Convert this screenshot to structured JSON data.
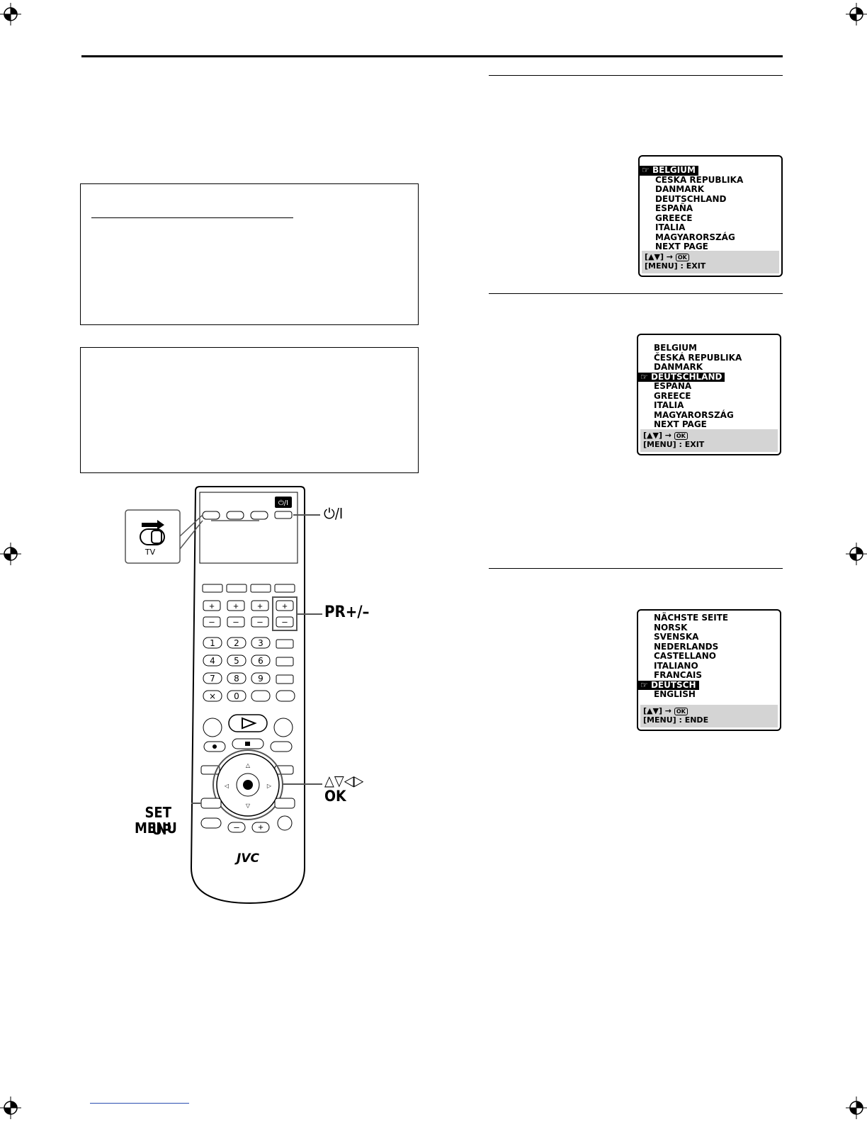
{
  "osd_screens": [
    {
      "items": [
        "BELGIUM",
        "ČESKÁ REPUBLIKA",
        "DANMARK",
        "DEUTSCHLAND",
        "ESPAÑA",
        "GREECE",
        "ITALIA",
        "MAGYARORSZÁG",
        "NEXT PAGE"
      ],
      "selected_index": 0,
      "footer_nav": "[▲▼] →",
      "footer_ok": "OK",
      "footer_menu": "[MENU] : EXIT"
    },
    {
      "items": [
        "BELGIUM",
        "ČESKÁ REPUBLIKA",
        "DANMARK",
        "DEUTSCHLAND",
        "ESPAÑA",
        "GREECE",
        "ITALIA",
        "MAGYARORSZÁG",
        "NEXT PAGE"
      ],
      "selected_index": 3,
      "footer_nav": "[▲▼] →",
      "footer_ok": "OK",
      "footer_menu": "[MENU] : EXIT"
    },
    {
      "items": [
        "NÄCHSTE SEITE",
        "NORSK",
        "SVENSKA",
        "NEDERLANDS",
        "CASTELLANO",
        "ITALIANO",
        "FRANCAIS",
        "DEUTSCH",
        "ENGLISH"
      ],
      "selected_index": 7,
      "footer_nav": "[▲▼] →",
      "footer_ok": "OK",
      "footer_menu": "[MENU] : ENDE"
    }
  ],
  "remote": {
    "power_symbol": "⏻/I",
    "power_callout": "⏻/I",
    "switch_label": "TV",
    "pr_callout": "PR+/–",
    "nav_callout_arrows": "△▽◁▷",
    "nav_callout_ok": "OK",
    "setup_callout_line1": "SET UP",
    "setup_callout_line2": "MENU",
    "brand": "JVC",
    "numbers": [
      "1",
      "2",
      "3",
      "4",
      "5",
      "6",
      "7",
      "8",
      "9",
      "0"
    ]
  }
}
